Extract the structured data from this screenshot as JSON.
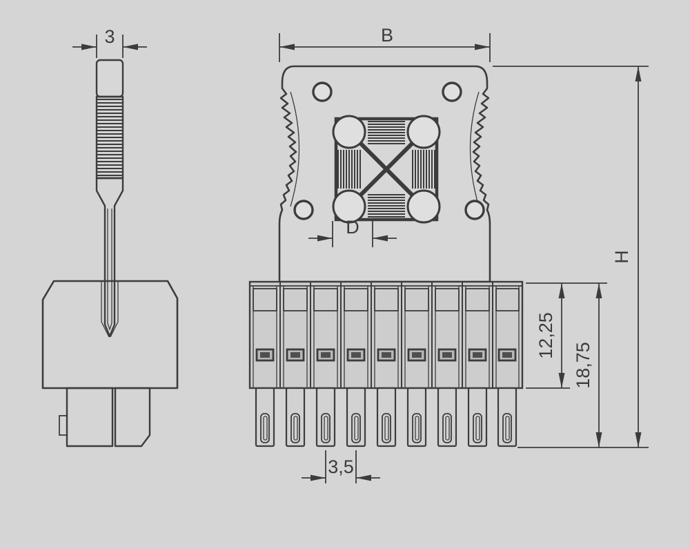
{
  "dimensions": {
    "tool_width": "3",
    "width_b": "B",
    "spacing_d": "D",
    "pitch": "3,5",
    "height_upper": "12,25",
    "height_total": "18,75",
    "height_h": "H"
  }
}
